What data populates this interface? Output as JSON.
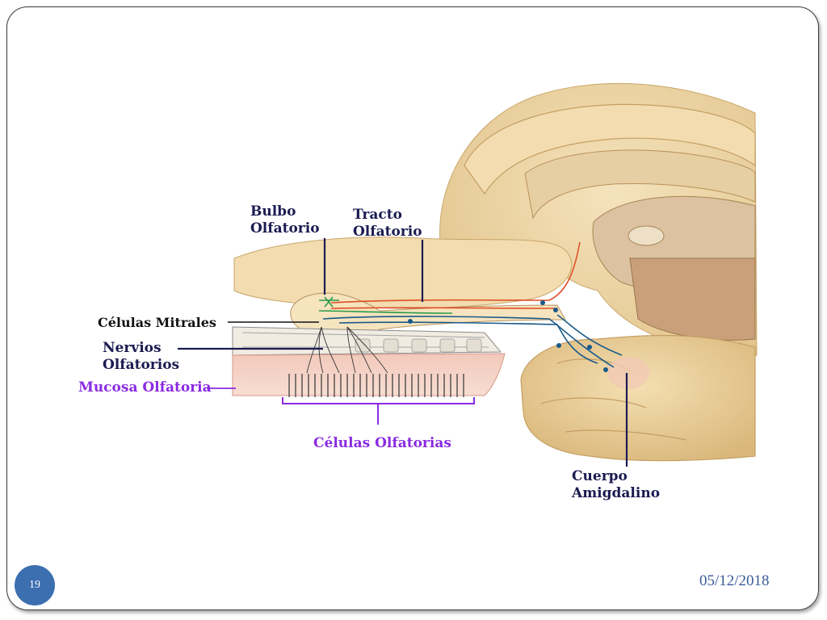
{
  "labels": {
    "bulbo": "Bulbo\nOlfatorio",
    "tracto": "Tracto\nOlfatorio",
    "mitrales": "Células Mitrales",
    "nervios": "Nervios\nOlfatorios",
    "mucosa": "Mucosa Olfatoria",
    "celulas": "Células  Olfatorias",
    "cuerpo": "Cuerpo\nAmigdalino"
  },
  "footer": {
    "page_number": "19",
    "date": "05/12/2018"
  },
  "colors": {
    "label_navy": "#1b1b52",
    "label_purple": "#8a2be2",
    "pathway_red": "#e0502a",
    "pathway_blue": "#1a5a8a",
    "pathway_green": "#2a9a4a",
    "tissue_beige": "#ecd6a8",
    "page_badge": "#3c6fb0",
    "date_text": "#3a5a99"
  }
}
